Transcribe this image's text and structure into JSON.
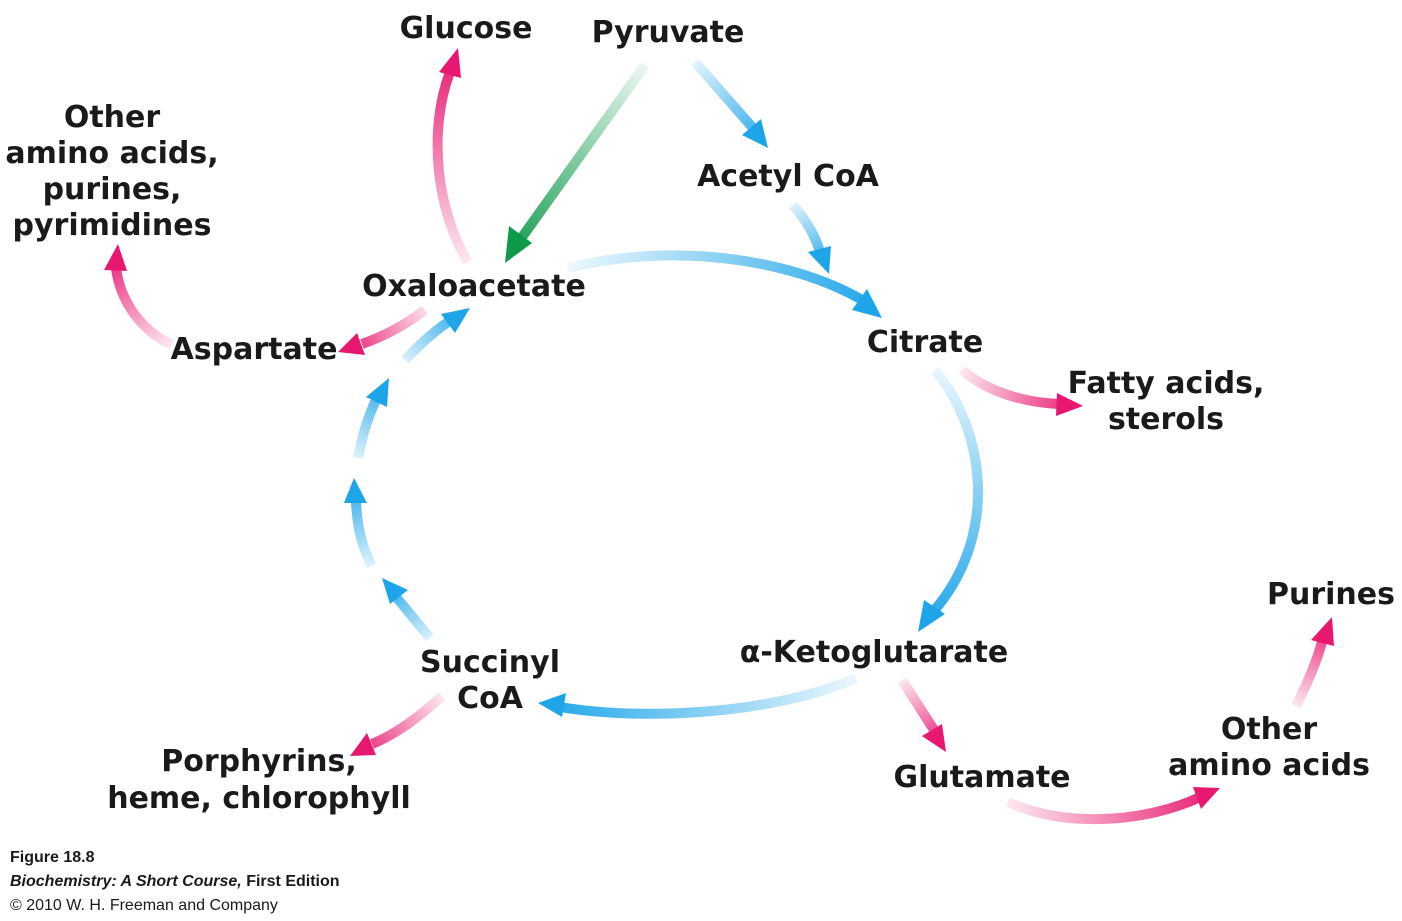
{
  "nodes": {
    "glucose": [
      "Glucose"
    ],
    "pyruvate": [
      "Pyruvate"
    ],
    "acetyl_coa": [
      "Acetyl CoA"
    ],
    "other_amino_acids_purines": [
      "Other",
      "amino acids,",
      "purines,",
      "pyrimidines"
    ],
    "oxaloacetate": [
      "Oxaloacetate"
    ],
    "aspartate": [
      "Aspartate"
    ],
    "citrate": [
      "Citrate"
    ],
    "fatty_acids": [
      "Fatty acids,",
      "sterols"
    ],
    "ketoglutarate": [
      "α-Ketoglutarate"
    ],
    "succinyl_coa": [
      "Succinyl",
      "CoA"
    ],
    "porphyrins": [
      "Porphyrins,",
      "heme, chlorophyll"
    ],
    "glutamate": [
      "Glutamate"
    ],
    "other_amino_acids": [
      "Other",
      "amino acids"
    ],
    "purines": [
      "Purines"
    ]
  },
  "colors": {
    "cycle": "#1ea5e9",
    "biosynthesis": "#e8176f",
    "gluconeogenesis": "#0e9a4b",
    "text": "#1a1a1a"
  },
  "caption": {
    "figure": "Figure 18.8",
    "book_title": "Biochemistry: A Short Course,",
    "edition": " First Edition",
    "copyright": "© 2010 W. H. Freeman and Company"
  }
}
